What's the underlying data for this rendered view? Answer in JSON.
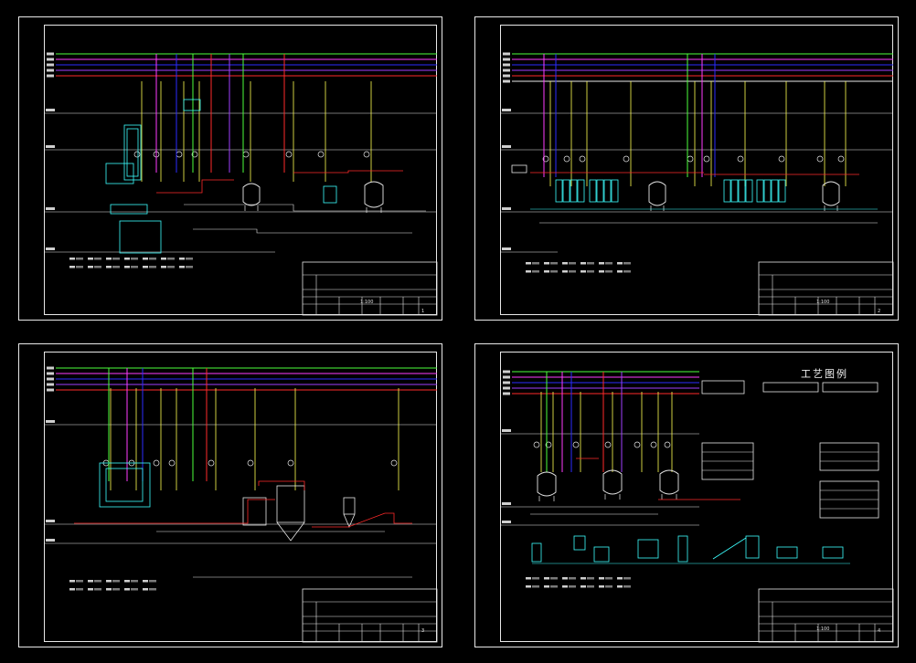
{
  "colors": {
    "background": "#000000",
    "frame": "#e8e8e8",
    "green": "#4cff3c",
    "magenta": "#ff3cff",
    "blue": "#2c2cff",
    "red": "#ff2a2a",
    "yellow": "#ffff50",
    "cyan": "#3cffff",
    "white": "#e8e8e8",
    "purple": "#a040ff"
  },
  "sheets": [
    {
      "title_block": {
        "scale": "1:100",
        "sheet_no": "1"
      }
    },
    {
      "title_block": {
        "scale": "1:100",
        "sheet_no": "2"
      }
    },
    {
      "title_block": {
        "scale": "",
        "sheet_no": "3"
      }
    },
    {
      "title_block": {
        "scale": "1:100",
        "sheet_no": "4"
      }
    }
  ],
  "legend": {
    "title": "工艺图例"
  }
}
